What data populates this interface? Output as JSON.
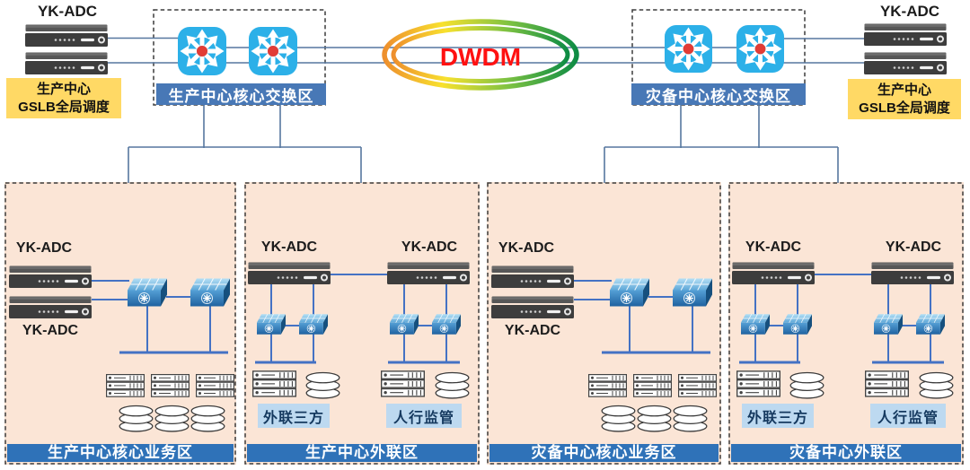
{
  "diagram": {
    "adc_label": "YK-ADC",
    "dwdm_label": "DWDM",
    "left_gslb": {
      "line1": "生产中心",
      "line2": "GSLB全局调度"
    },
    "right_gslb": {
      "line1": "生产中心",
      "line2": "GSLB全局调度"
    },
    "prod_core_switch_zone": "生产中心核心交换区",
    "dr_core_switch_zone": "灾备中心核心交换区",
    "zones": [
      {
        "title": "生产中心核心业务区"
      },
      {
        "title": "生产中心外联区",
        "sub_labels": [
          "外联三方",
          "人行监管"
        ]
      },
      {
        "title": "灾备中心核心业务区"
      },
      {
        "title": "灾备中心外联区",
        "sub_labels": [
          "外联三方",
          "人行监管"
        ]
      }
    ],
    "colors": {
      "zone_fill": "#FBE5D6",
      "zone_strip": "#2F72B8",
      "label_bar": "#4878B6",
      "gslb_yellow": "#FFD965",
      "sub_label_blue": "#BDD9F0",
      "line_thin": "#56779F",
      "line_thick": "#4472C4",
      "switch_cyan": "#2CB0E8",
      "dwdm_text": "#FF1111"
    }
  }
}
